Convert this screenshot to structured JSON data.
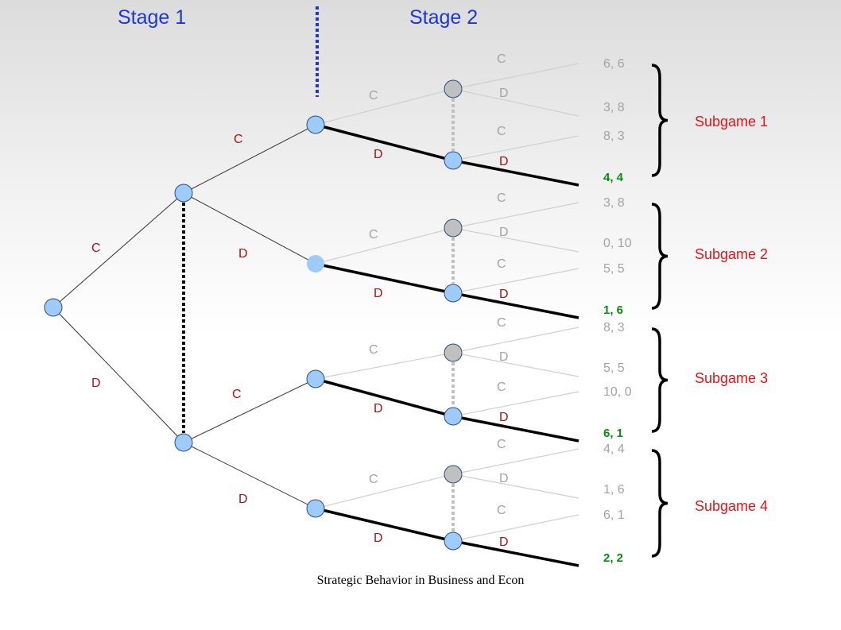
{
  "stages": [
    "Stage 1",
    "Stage 2"
  ],
  "footer": "Strategic Behavior in Business and Econ",
  "actions": {
    "stage1": {
      "p1": [
        "C",
        "D"
      ],
      "p2_top": [
        "C",
        "D"
      ],
      "p2_bottom": [
        "C",
        "D"
      ]
    },
    "stage2": {
      "p1": [
        "C",
        "D"
      ],
      "p2": [
        "C",
        "D"
      ]
    }
  },
  "subgames": [
    {
      "label": "Subgame 1",
      "payoffs": [
        "6, 6",
        "3, 8",
        "8, 3",
        "4, 4"
      ],
      "equilibrium": "4, 4"
    },
    {
      "label": "Subgame 2",
      "payoffs": [
        "3, 8",
        "0, 10",
        "5, 5",
        "1, 6"
      ],
      "equilibrium": "1, 6"
    },
    {
      "label": "Subgame 3",
      "payoffs": [
        "8, 3",
        "5, 5",
        "10, 0",
        "6, 1"
      ],
      "equilibrium": "6, 1"
    },
    {
      "label": "Subgame 4",
      "payoffs": [
        "4, 4",
        "1, 6",
        "6, 1",
        "2, 2"
      ],
      "equilibrium": "2, 2"
    }
  ],
  "colors": {
    "stage_title": "#1c37d6",
    "action_stage1": "#a81416",
    "action_stage2_p1": "#a81416",
    "action_stage2_p2": "#a3a3a3",
    "payoff": "#a3a3a3",
    "equilibrium_payoff": "#0b8a14",
    "subgame_label": "#e4141b",
    "node_fill": "#9fcbfa",
    "node_inactive": "#c0c0c0",
    "info_set_stage1": "#000000",
    "info_set_divider": "#1c37d6",
    "equilibrium_path": "#000000"
  }
}
